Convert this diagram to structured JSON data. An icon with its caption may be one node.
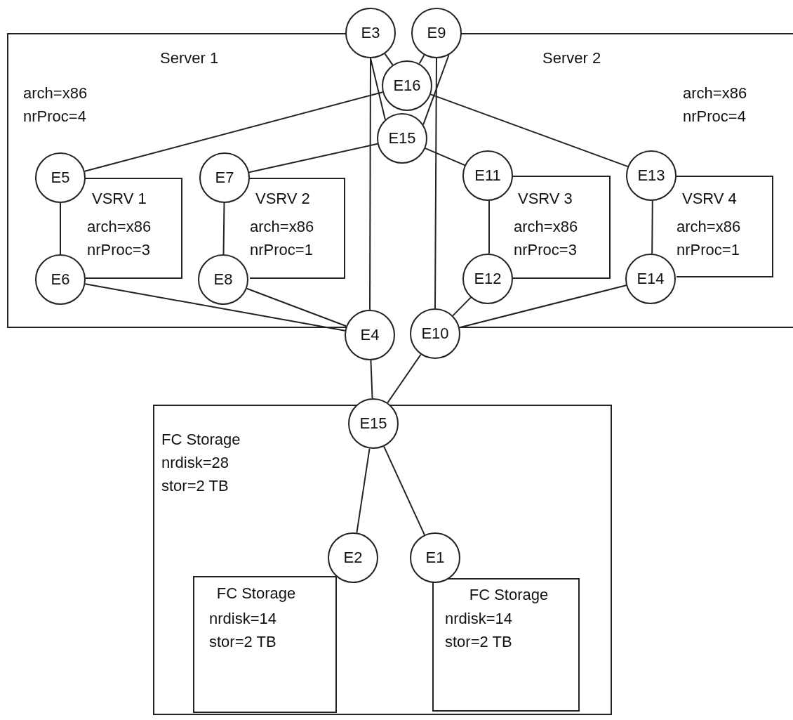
{
  "diagram": {
    "nodes": [
      {
        "text": [
          "Server 1",
          "arch=x86 nrProc=4"
        ]
      },
      {
        "text": [
          "Server 2",
          "arch=x86 nrProc=4"
        ]
      },
      {
        "text": [
          "E3"
        ]
      },
      {
        "text": [
          "E9"
        ]
      },
      {
        "text": [
          "E16"
        ]
      },
      {
        "text": [
          "E15"
        ]
      },
      {
        "text": [
          "E5"
        ],
        "in": 0
      },
      {
        "text": [
          "VSRV 1",
          "arch=x86 nrProc=3"
        ],
        "in": 0
      },
      {
        "text": [
          "E7"
        ],
        "in": 0
      },
      {
        "text": [
          "VSRV 2",
          "arch=x86 nrProc=1"
        ],
        "in": 0
      },
      {
        "text": [
          "E11"
        ],
        "in": 1
      },
      {
        "text": [
          "VSRV 3",
          "arch=x86 nrProc=3"
        ],
        "in": 1
      },
      {
        "text": [
          "E13"
        ],
        "in": 1
      },
      {
        "text": [
          "VSRV 4",
          "arch=x86 nrProc=1"
        ],
        "in": 1
      },
      {
        "text": [
          "E6"
        ],
        "in": 0
      },
      {
        "text": [
          "E8"
        ],
        "in": 0
      },
      {
        "text": [
          "E12"
        ],
        "in": 1
      },
      {
        "text": [
          "E14"
        ],
        "in": 1
      },
      {
        "text": [
          "E4"
        ]
      },
      {
        "text": [
          "E10"
        ]
      },
      {
        "text": [
          "FC Storage",
          "nrdisk=28 stor=2 TB"
        ]
      },
      {
        "text": [
          "E15"
        ]
      },
      {
        "text": [
          "E2"
        ],
        "in": 20
      },
      {
        "text": [
          "E1"
        ],
        "in": 20
      },
      {
        "text": [
          "FC Storage",
          "nrdisk=14 stor=2 TB"
        ],
        "in": 20
      },
      {
        "text": [
          "FC Storage",
          "nrdisk=14 stor=2 TB"
        ],
        "in": 20
      }
    ],
    "edges": [
      {
        "from": 2,
        "to": 4,
        "arrow": "none"
      },
      {
        "from": 2,
        "to": 5,
        "arrow": "none"
      },
      {
        "from": 2,
        "to": 18,
        "arrow": "none"
      },
      {
        "from": 3,
        "to": 4,
        "arrow": "none"
      },
      {
        "from": 3,
        "to": 5,
        "arrow": "none"
      },
      {
        "from": 3,
        "to": 19,
        "arrow": "none"
      },
      {
        "from": 4,
        "to": 6,
        "arrow": "none"
      },
      {
        "from": 4,
        "to": 12,
        "arrow": "none"
      },
      {
        "from": 5,
        "to": 8,
        "arrow": "none"
      },
      {
        "from": 5,
        "to": 10,
        "arrow": "none"
      },
      {
        "from": 6,
        "to": 14,
        "arrow": "none"
      },
      {
        "from": 8,
        "to": 15,
        "arrow": "none"
      },
      {
        "from": 10,
        "to": 16,
        "arrow": "none"
      },
      {
        "from": 12,
        "to": 17,
        "arrow": "none"
      },
      {
        "from": 14,
        "to": 18,
        "arrow": "none"
      },
      {
        "from": 15,
        "to": 18,
        "arrow": "none"
      },
      {
        "from": 16,
        "to": 19,
        "arrow": "none"
      },
      {
        "from": 17,
        "to": 19,
        "arrow": "none"
      },
      {
        "from": 18,
        "to": 21,
        "arrow": "none"
      },
      {
        "from": 19,
        "to": 21,
        "arrow": "none"
      },
      {
        "from": 21,
        "to": 22,
        "arrow": "none"
      },
      {
        "from": 21,
        "to": 23,
        "arrow": "none"
      }
    ]
  }
}
